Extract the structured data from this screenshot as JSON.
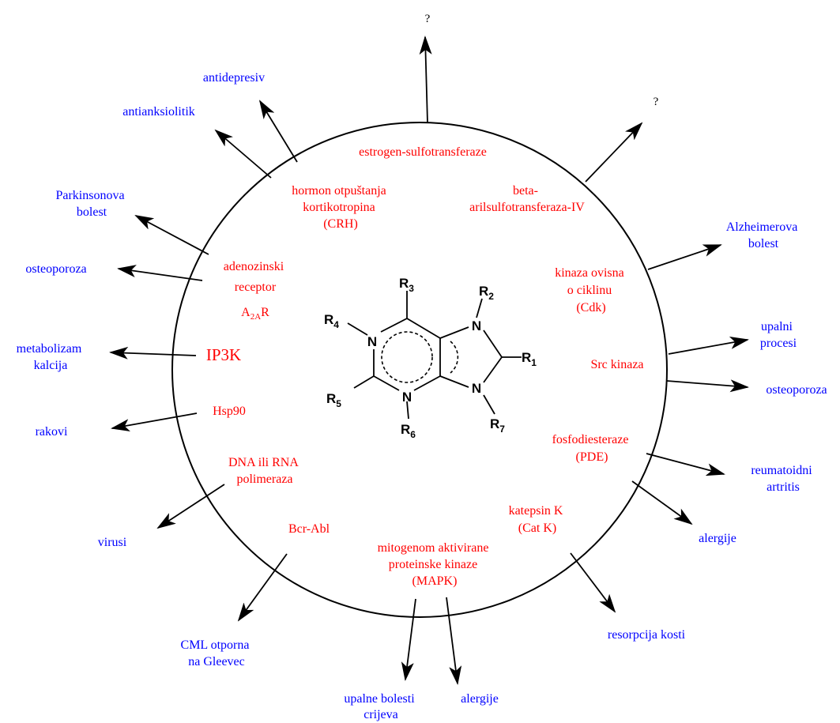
{
  "targets": {
    "estrogen_sulfotransferase": "estrogen-sulfotransferaze",
    "crh": [
      "hormon otpuštanja",
      "kortikotropina",
      "(CRH)"
    ],
    "beta_arylsulfotransferase": [
      "beta-",
      "arilsulfotransferaza-IV"
    ],
    "adenosine_receptor": [
      "adenozinski",
      "receptor"
    ],
    "a2ar": {
      "base": "A",
      "sub": "2A",
      "tail": "R"
    },
    "cdk": [
      "kinaza ovisna",
      "o ciklinu",
      "(Cdk)"
    ],
    "ip3k": "IP3K",
    "src_kinase": "Src kinaza",
    "hsp90": "Hsp90",
    "pde": [
      "fosfodiesteraze",
      "(PDE)"
    ],
    "polymerase": [
      "DNA ili RNA",
      "polimeraza"
    ],
    "cathepsin": [
      "katepsin K",
      "(Cat K)"
    ],
    "bcr_abl": "Bcr-Abl",
    "mapk": [
      "mitogenom aktivirane",
      "proteinske kinaze",
      "(MAPK)"
    ]
  },
  "effects": {
    "antidepressant": "antidepresiv",
    "anxiolytic": "antianksiolitik",
    "parkinson": [
      "Parkinsonova",
      "bolest"
    ],
    "osteoporosis_left": "osteoporoza",
    "calcium": [
      "metabolizam",
      "kalcija"
    ],
    "cancers": "rakovi",
    "viruses": "virusi",
    "cml": [
      "CML otporna",
      "na Gleevec"
    ],
    "ibd": [
      "upalne bolesti",
      "crijeva"
    ],
    "allergies_bottom": "alergije",
    "bone_resorption": "resorpcija kosti",
    "allergies_right": "alergije",
    "ra": [
      "reumatoidni",
      "artritis"
    ],
    "osteoporosis_right": "osteoporoza",
    "inflammation": [
      "upalni",
      "procesi"
    ],
    "alzheimer": [
      "Alzheimerova",
      "bolest"
    ]
  },
  "unknown": {
    "top": "?",
    "top_right": "?"
  },
  "molecule": {
    "N_ring6_left": "N",
    "N_ring6_bottom": "N",
    "N_ring5_top": "N",
    "N_ring5_bottom": "N",
    "R1": {
      "base": "R",
      "sub": "1"
    },
    "R2": {
      "base": "R",
      "sub": "2"
    },
    "R3": {
      "base": "R",
      "sub": "3"
    },
    "R4": {
      "base": "R",
      "sub": "4"
    },
    "R5": {
      "base": "R",
      "sub": "5"
    },
    "R6": {
      "base": "R",
      "sub": "6"
    },
    "R7": {
      "base": "R",
      "sub": "7"
    }
  }
}
